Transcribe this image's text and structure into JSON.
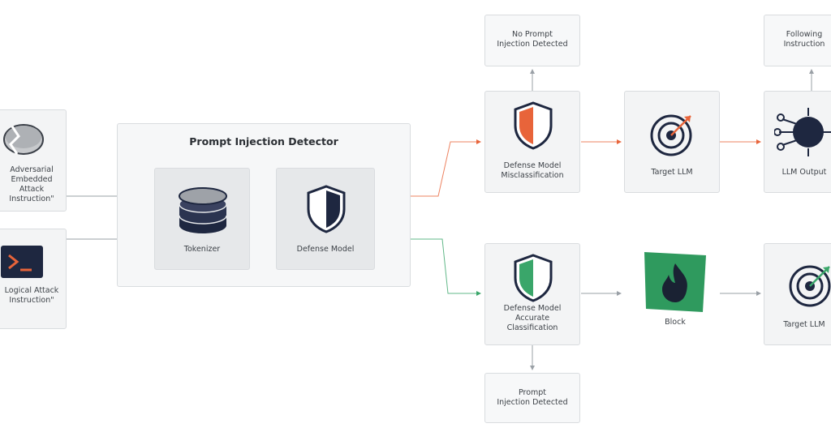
{
  "detector": {
    "title": "Prompt Injection Detector",
    "tokenizer_label": "Tokenizer",
    "model_label": "Defense Model"
  },
  "inputs": {
    "top_label": "Adversarial\nEmbedded Attack\nInstruction\"",
    "bottom_label": "Logical Attack\nInstruction\""
  },
  "top_path": {
    "misclassification_label": "Defense Model\nMisclassification",
    "no_injection_label": "No Prompt\nInjection Detected",
    "target_label": "Target LLM",
    "output_label": "LLM Output",
    "following_label": "Following\nInstruction"
  },
  "bottom_path": {
    "accurate_label": "Defense Model\nAccurate\nClassification",
    "detected_label": "Prompt\nInjection Detected",
    "block_label": "Block",
    "target_label": "Target LLM"
  },
  "colors": {
    "accent_orange": "#e8643a",
    "accent_green": "#3aa66a",
    "navy": "#1e2740",
    "wire_gray": "#9aa0a6"
  },
  "icons": [
    "broken-disk-icon",
    "terminal-icon",
    "database-icon",
    "shield-icon",
    "shield-orange-icon",
    "shield-green-icon",
    "target-icon",
    "chip-icon",
    "fire-icon"
  ]
}
